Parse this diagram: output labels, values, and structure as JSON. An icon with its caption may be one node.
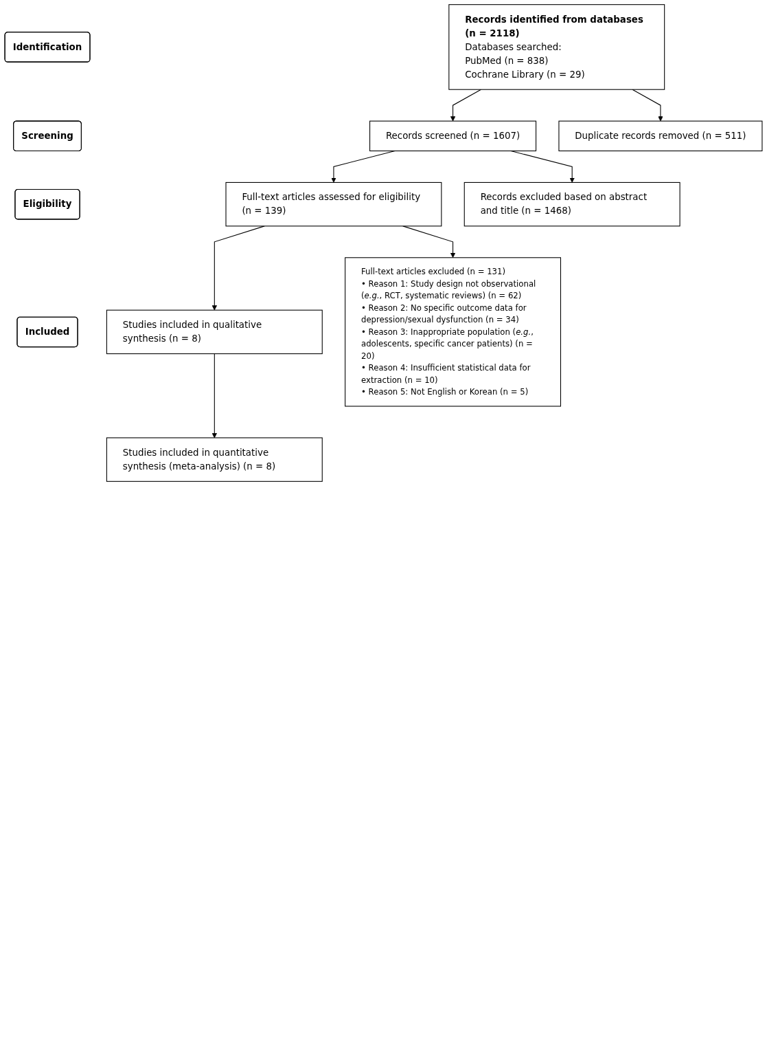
{
  "diagram": {
    "nodes": [
      {
        "text": [
          "Identification"
        ]
      },
      {
        "text": [
          "Records identified from databases (n = 2118)",
          "Databases searched:",
          "PubMed (n = 838)",
          "Cochrane Library (n = 29)"
        ]
      },
      {
        "text": [
          "Screening"
        ]
      },
      {
        "text": [
          "Duplicate records removed (n = 511)"
        ]
      },
      {
        "text": [
          "Records screened (n = 1607)"
        ]
      },
      {
        "text": [
          "Records excluded based on abstract and title (n = 1468)"
        ]
      },
      {
        "text": [
          "Eligibility"
        ]
      },
      {
        "text": [
          "Full-text articles assessed for eligibility (n = 139)"
        ]
      },
      {
        "text": [
          "Full-text articles excluded (n = 131)",
          "• Reason 1: Study design not observational (*e.g.*, RCT, systematic reviews) (n = 62)",
          "• Reason 2: No specific outcome data for depression/sexual dysfunction (n = 34)",
          "• Reason 3: Inappropriate population (*e.g.*, adolescents, specific cancer patients) (n = 20)",
          "• Reason 4: Insufficient statistical data for extraction (n = 10)",
          "• Reason 5: Not English or Korean (n = 5)"
        ]
      },
      {
        "text": [
          "Included"
        ]
      },
      {
        "text": [
          "Studies included in qualitative synthesis (n = 8)"
        ]
      },
      {
        "text": [
          "Studies included in quantitative synthesis (meta-analysis) (n = 8)"
        ]
      }
    ],
    "edges": [
      {
        "from": 1,
        "to": 4,
        "arrow": "to"
      },
      {
        "from": 1,
        "to": 3,
        "arrow": "to"
      },
      {
        "from": 4,
        "to": 7,
        "arrow": "to"
      },
      {
        "from": 4,
        "to": 5,
        "arrow": "to"
      },
      {
        "from": 7,
        "to": 10,
        "arrow": "to"
      },
      {
        "from": 7,
        "to": 8,
        "arrow": "to"
      },
      {
        "from": 10,
        "to": 11,
        "arrow": "to"
      }
    ]
  }
}
